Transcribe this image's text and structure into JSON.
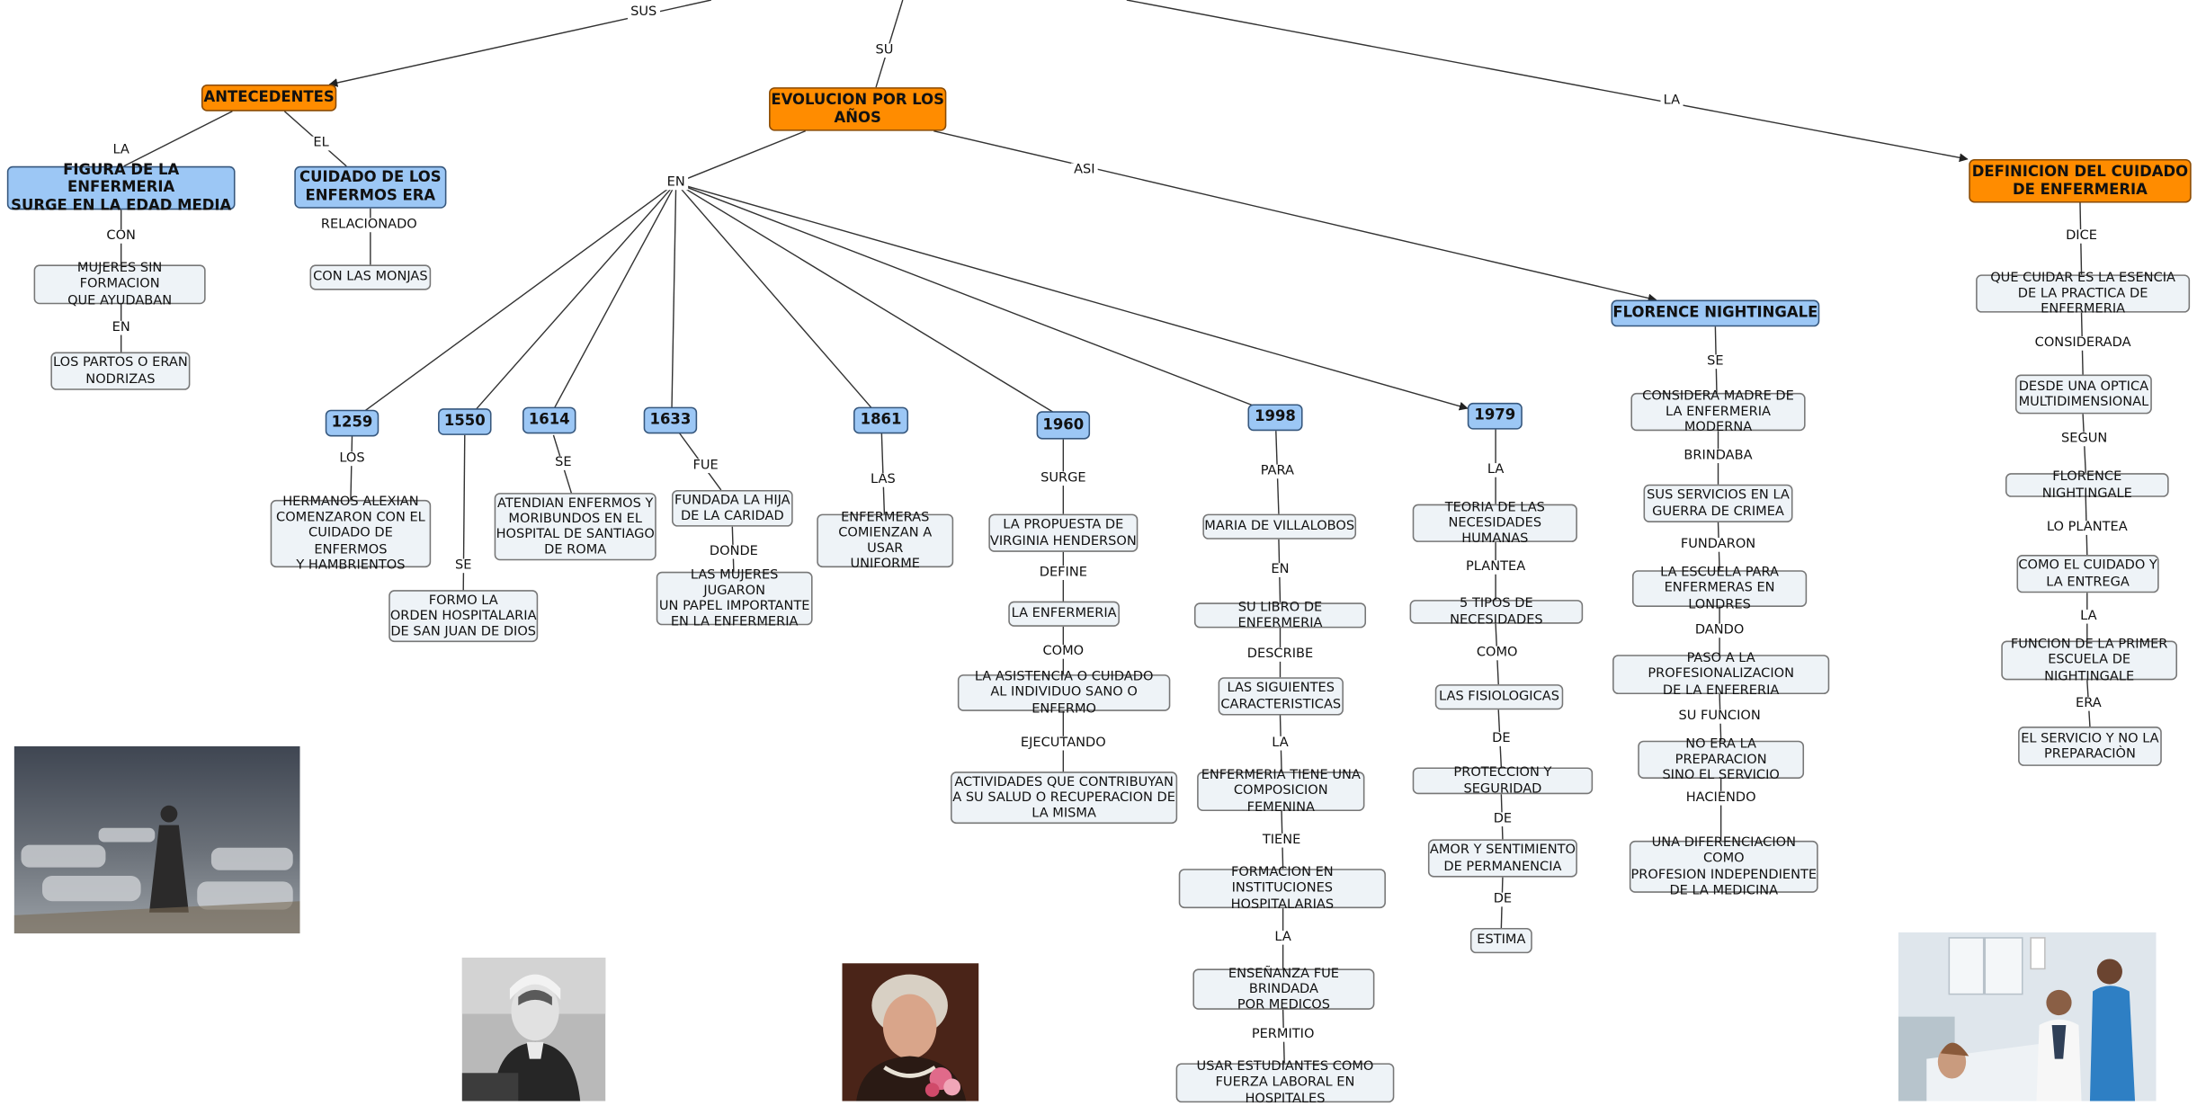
{
  "colors": {
    "main_node": "#ff8c00",
    "sub_node": "#9cc7f5",
    "leaf_node": "#eef3f7",
    "line": "#333333"
  },
  "nodes": {
    "n_ant": "ANTECEDENTES",
    "n_evo": "EVOLUCION POR LOS\nAÑOS",
    "n_def": "DEFINICION DEL CUIDADO\nDE ENFERMERIA",
    "n_fig": "FIGURA DE LA ENFERMERIA\nSURGE EN LA EDAD MEDIA",
    "n_cui": "CUIDADO DE LOS\nENFERMOS ERA",
    "n_muj": "MUJERES SIN FORMACION\nQUE AYUDABAN",
    "n_par": "LOS PARTOS O ERAN\nNODRIZAS",
    "n_mon": "CON LAS MONJAS",
    "n_1259": "1259",
    "n_1550": "1550",
    "n_1614": "1614",
    "n_1633": "1633",
    "n_1861": "1861",
    "n_1960": "1960",
    "n_1998": "1998",
    "n_1979": "1979",
    "n_flo": "FLORENCE NIGHTINGALE",
    "n_her": "HERMANOS ALEXIAN\nCOMENZARON CON EL\nCUIDADO DE ENFERMOS\nY HAMBRIENTOS",
    "n_orden": "FORMO LA\nORDEN HOSPITALARIA\nDE SAN JUAN DE DIOS",
    "n_aten": "ATENDIAN ENFERMOS Y\nMORIBUNDOS EN EL\nHOSPITAL DE SANTIAGO\nDE ROMA",
    "n_fund": "FUNDADA LA HIJA\nDE LA CARIDAD",
    "n_mujj": "LAS MUJERES JUGARON\nUN PAPEL IMPORTANTE\nEN LA ENFERMERIA",
    "n_unif": "ENFERMERAS\nCOMIENZAN A USAR\nUNIFORME",
    "n_vh": "LA PROPUESTA DE\nVIRGINIA HENDERSON",
    "n_enf": "LA ENFERMERIA",
    "n_asis": "LA ASISTENCIA O CUIDADO\nAL INDIVIDUO SANO O ENFERMO",
    "n_act": "ACTIVIDADES QUE CONTRIBUYAN\nA SU SALUD O RECUPERACION DE\nLA MISMA",
    "n_mv": "MARIA DE VILLALOBOS",
    "n_lib": "SU LIBRO DE ENFERMERIA",
    "n_car": "LAS SIGUIENTES\nCARACTERISTICAS",
    "n_comp": "ENFERMERIA TIENE UNA\nCOMPOSICION FEMENINA",
    "n_form": "FORMACION EN INSTITUCIONES\nHOSPITALARIAS",
    "n_ens": "ENSEÑANZA FUE BRINDADA\nPOR MEDICOS",
    "n_usar": "USAR ESTUDIANTES COMO\nFUERZA LABORAL EN HOSPITALES",
    "n_teo": "TEORIA DE LAS\nNECESIDADES HUMANAS",
    "n_5t": "5 TIPOS DE NECESIDADES",
    "n_fis": "LAS FISIOLOGICAS",
    "n_pro": "PROTECCION Y SEGURIDAD",
    "n_amo": "AMOR Y SENTIMIENTO\nDE PERMANENCIA",
    "n_est": "ESTIMA",
    "n_madre": "CONSIDERA MADRE DE\nLA ENFERMERIA MODERNA",
    "n_serv": "SUS SERVICIOS EN LA\nGUERRA DE CRIMEA",
    "n_esc": "LA ESCUELA PARA\nENFERMERAS EN LONDRES",
    "n_paso": "PASO A LA PROFESIONALIZACION\nDE LA ENFERERIA",
    "n_noera": "NO ERA LA PREPARACION\nSINO EL SERVICIO",
    "n_dif": "UNA DIFERENCIACION COMO\nPROFESION INDEPENDIENTE\nDE LA MEDICINA",
    "n_cuidar": "QUE CUIDAR ES LA ESENCIA\nDE LA PRACTICA DE ENFERMERIA",
    "n_optica": "DESDE UNA OPTICA\nMULTIDIMENSIONAL",
    "n_flo2": "FLORENCE NIGHTINGALE",
    "n_como": "COMO EL CUIDADO Y\nLA ENTREGA",
    "n_func": "FUNCION DE LA PRIMER\nESCUELA DE NIGHTINGALE",
    "n_el": "EL SERVICIO Y NO LA\nPREPARACIÒN"
  },
  "links": {
    "l_sus": "SUS",
    "l_su": "SU",
    "l_la_top": "LA",
    "l_la_fig": "LA",
    "l_el": "EL",
    "l_con": "CON",
    "l_en_muj": "EN",
    "l_rel": "RELACIONADO",
    "l_en_evo": "EN",
    "l_asi": "ASI",
    "l_los": "LOS",
    "l_se_1550": "SE",
    "l_se_1614": "SE",
    "l_fue": "FUE",
    "l_donde": "DONDE",
    "l_las": "LAS",
    "l_surge": "SURGE",
    "l_define": "DEFINE",
    "l_como_1960": "COMO",
    "l_ejec": "EJECUTANDO",
    "l_para": "PARA",
    "l_en_1998": "EN",
    "l_describe": "DESCRIBE",
    "l_la_1": "LA",
    "l_tiene": "TIENE",
    "l_la_2": "LA",
    "l_permitio": "PERMITIO",
    "l_la_1979": "LA",
    "l_plantea": "PLANTEA",
    "l_como_1979": "COMO",
    "l_de_1": "DE",
    "l_de_2": "DE",
    "l_de_3": "DE",
    "l_se_flo": "SE",
    "l_brindaba": "BRINDABA",
    "l_fundaron": "FUNDARON",
    "l_dando": "DANDO",
    "l_sufun": "SU FUNCION",
    "l_haciendo": "HACIENDO",
    "l_dice": "DICE",
    "l_consid": "CONSIDERADA",
    "l_segun": "SEGUN",
    "l_loplantea": "LO PLANTEA",
    "l_la_def": "LA",
    "l_era": "ERA"
  },
  "images": [
    "crimean-war-hospital-engraving",
    "florence-nightingale-portrait",
    "virginia-henderson-portrait",
    "modern-hospital-photo"
  ]
}
